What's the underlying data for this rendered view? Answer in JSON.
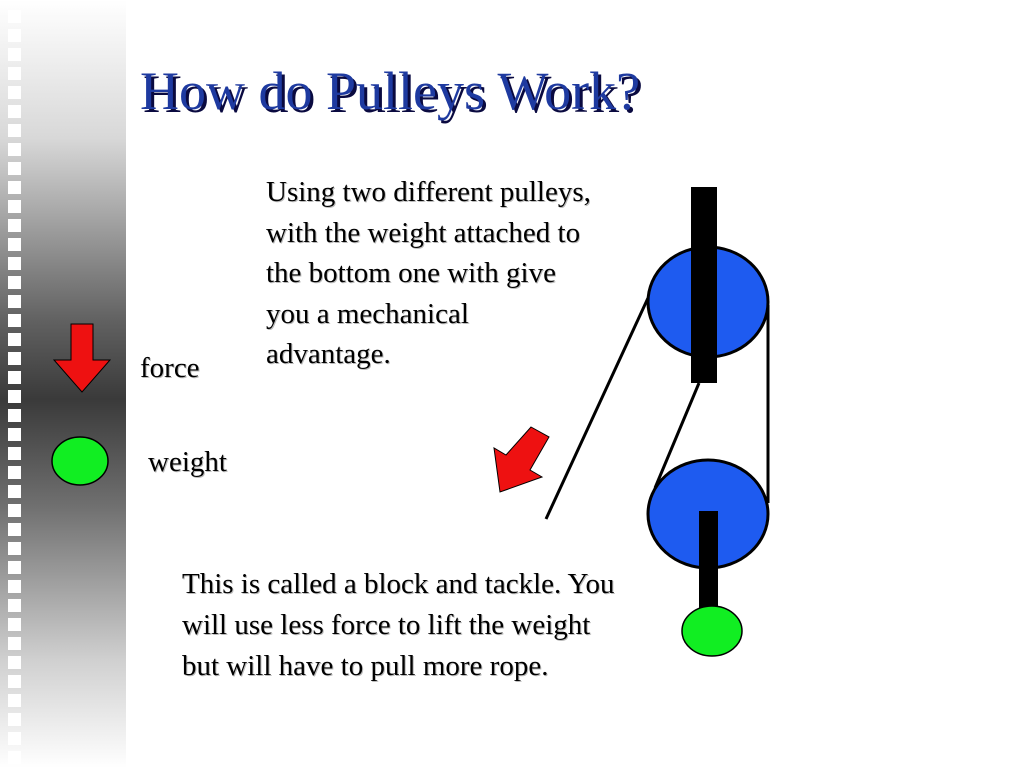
{
  "title": "How do Pulleys Work?",
  "intro_text": "Using two different pulleys, with the weight attached to the bottom one with give you a mechanical advantage.",
  "summary_text": "This is called a block and tackle.  You will use less force to lift the weight but will have to pull more rope.",
  "legend": {
    "force_label": "force",
    "weight_label": "weight"
  },
  "colors": {
    "title": "#1e3aa0",
    "pulley": "#1e5bf0",
    "weight": "#11ee22",
    "force_arrow": "#ee1111",
    "axle": "#000000",
    "rope": "#000000"
  }
}
